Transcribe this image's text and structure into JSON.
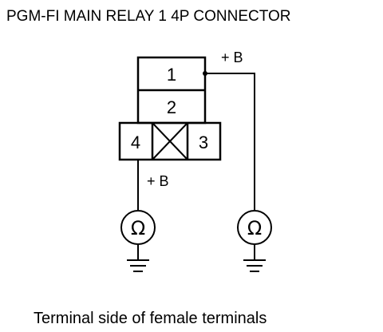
{
  "title": "PGM-FI MAIN RELAY 1 4P CONNECTOR",
  "connector": {
    "pins": [
      {
        "number": "1"
      },
      {
        "number": "2"
      },
      {
        "number": "3"
      },
      {
        "number": "4"
      }
    ]
  },
  "labels": {
    "plus_b_pin1": "+ B",
    "plus_b_pin4": "+ B"
  },
  "meters": {
    "left_symbol": "Ω",
    "right_symbol": "Ω"
  },
  "caption": "Terminal side of female terminals",
  "colors": {
    "line": "#000000",
    "background": "#ffffff"
  }
}
